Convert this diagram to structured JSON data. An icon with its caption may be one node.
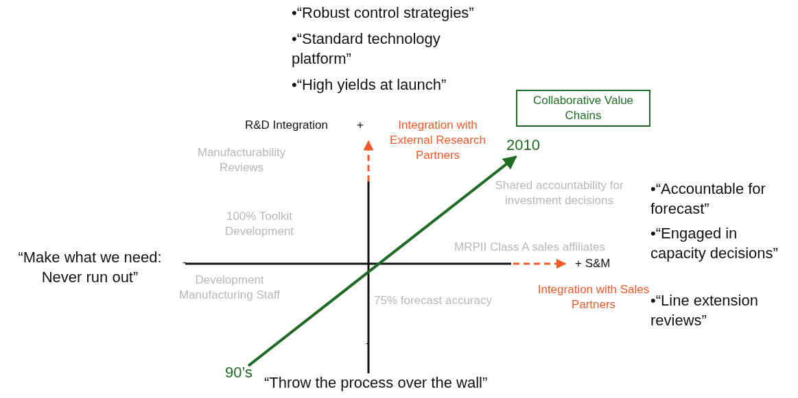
{
  "diagram": {
    "nodes": [
      {
        "text": [
          "Collaborative Value Chains"
        ]
      },
      {
        "text": [
          "2010"
        ]
      },
      {
        "text": [
          "90’s"
        ]
      }
    ],
    "edges": [
      {
        "from": 2,
        "to": 1,
        "arrow": "to"
      }
    ],
    "labels": [
      "•“Robust control strategies”",
      "•“Standard technology platform”",
      "•“High yields at launch”",
      "R&D Integration",
      "+",
      "Integration with External Research Partners",
      "Manufacturability Reviews",
      "Shared accountability for investment decisions",
      "•“Accountable for forecast”",
      "100% Toolkit Development",
      "•“Engaged in capacity decisions”",
      "“Make what we need: Never run out”",
      "-",
      "MRPII Class A sales affiliates",
      "+ S&M",
      "Development Manufacturing Staff",
      "75% forecast accuracy",
      "Integration with Sales Partners",
      "•“Line extension reviews”",
      "-",
      "“Throw the process over the wall”"
    ]
  }
}
